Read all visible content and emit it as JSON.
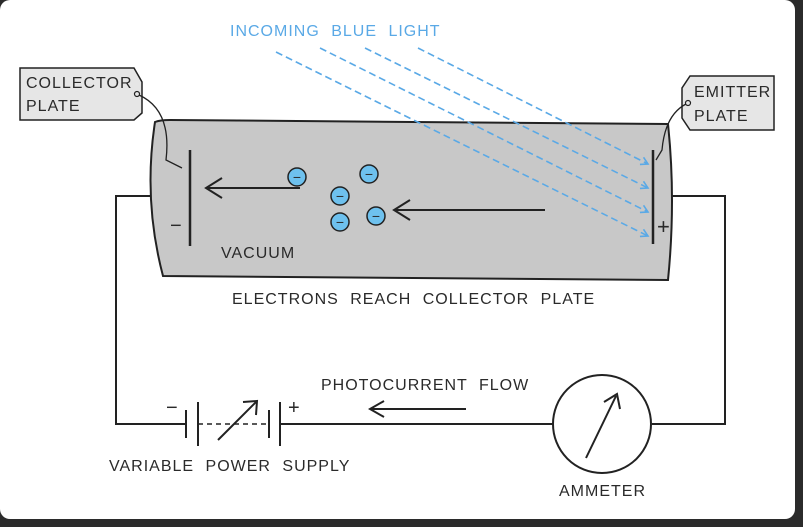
{
  "diagram": {
    "labels": {
      "incoming_light": "INCOMING BLUE LIGHT",
      "collector_tag_line1": "COLLECTOR",
      "collector_tag_line2": "PLATE",
      "emitter_tag_line1": "EMITTER",
      "emitter_tag_line2": "PLATE",
      "vacuum": "VACUUM",
      "electrons_reach": "ELECTRONS REACH COLLECTOR PLATE",
      "photocurrent": "PHOTOCURRENT FLOW",
      "power_supply": "VARIABLE POWER SUPPLY",
      "ammeter": "AMMETER",
      "collector_sign": "−",
      "emitter_sign": "+",
      "battery_minus": "−",
      "battery_plus": "+"
    },
    "electron_symbol": "−",
    "colors": {
      "light": "#5aa9e6",
      "tube": "#c8c8c8",
      "electron": "#6ec1ee",
      "tag": "#e6e6e6"
    }
  }
}
